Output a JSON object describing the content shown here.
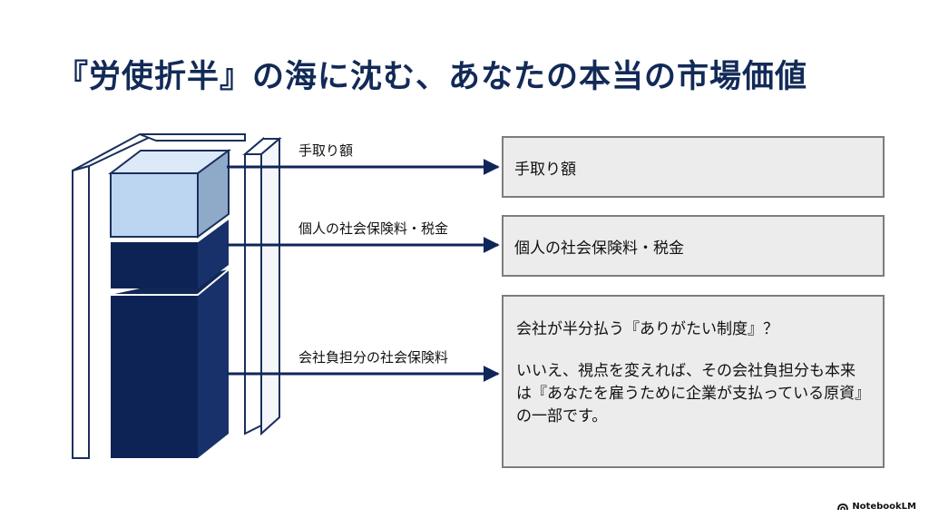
{
  "title": "『労使折半』の海に沈む、あなたの本当の市場価値",
  "arrows": [
    {
      "label": "手取り額"
    },
    {
      "label": "個人の社会保険料・税金"
    },
    {
      "label": "会社負担分の社会保険料"
    }
  ],
  "boxes": [
    {
      "text": "手取り額"
    },
    {
      "text": "個人の社会保険料・税金"
    },
    {
      "question": "会社が半分払う『ありがたい制度』？",
      "answer": "いいえ、視点を変えれば、その会社負担分も本来は『あなたを雇うために企業が支払っている原資』の一部です。"
    }
  ],
  "branding": {
    "name": "NotebookLM"
  },
  "colors": {
    "title": "#122a57",
    "navy": "#0f2659",
    "light_blue": "#bcd5f1",
    "box_fill": "#ececec",
    "box_border": "#7d7d7d"
  }
}
